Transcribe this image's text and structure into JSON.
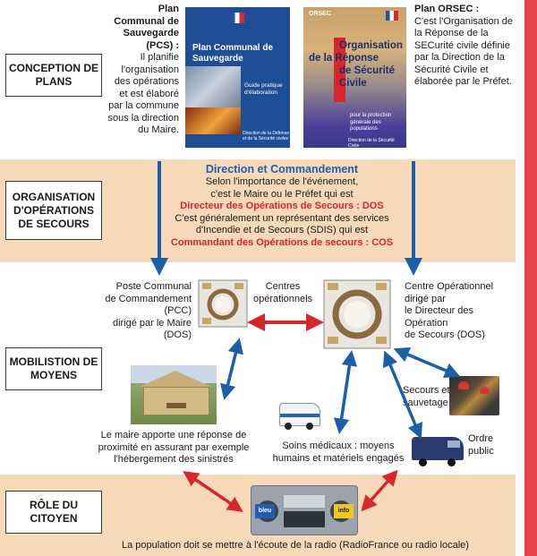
{
  "rows": {
    "conception": "CONCEPTION DE PLANS",
    "organisation": "ORGANISATION D'OPÉRATIONS DE SECOURS",
    "mobilisation": "MOBILISTION DE MOYENS",
    "citoyen": "RÔLE DU CITOYEN"
  },
  "pcs": {
    "title": "Plan Communal de Sauvegarde (PCS) :",
    "body": "Il planifie l'organisation des opérations et est élaboré par la commune sous la direction du Maire."
  },
  "orsec": {
    "title": "Plan ORSEC :",
    "body": "C'est l'Organisation de la Réponse de la SECurité civile définie par la Direction de la Sécurité Civile et élaborée par le Préfet."
  },
  "book_pcs": {
    "title": "Plan Communal de Sauvegarde",
    "subtitle": "Guide pratique d'élaboration",
    "footer": "Direction de la Défense et de la Sécurité civiles"
  },
  "book_orsec": {
    "header": "ORSEC",
    "line1": "Organisation",
    "line2": "de la Réponse",
    "line3": "de Sécurité",
    "line4": "Civile",
    "subtitle": "pour la protection générale des populations",
    "footer": "Direction de la Sécurité Civile"
  },
  "direction": {
    "title": "Direction et Commandement",
    "line1": "Selon l'importance de l'événement,",
    "line2": "c'est le Maire ou le Préfet qui est",
    "dos": "Directeur des Opérations de Secours : DOS",
    "line3": "C'est généralement un représentant des services",
    "line4": "d'Incendie et de Secours (SDIS) qui est",
    "cos": "Commandant des Opérations de secours : COS"
  },
  "pcc": {
    "l1": "Poste Communal",
    "l2": "de Commandement",
    "l3": "(PCC)",
    "l4": "dirigé par le Maire",
    "l5": "(DOS)"
  },
  "centres": {
    "l1": "Centres",
    "l2": "opérationnels"
  },
  "cod": {
    "l1": "Centre Opérationnel",
    "l2": "dirigé par",
    "l3": "le Directeur des",
    "l4": "Opération",
    "l5": "de Secours (DOS)"
  },
  "secours": {
    "l1": "Secours et",
    "l2": "sauvetage"
  },
  "ordre": {
    "l1": "Ordre",
    "l2": "public"
  },
  "soins": {
    "l1": "Soins médicaux : moyens",
    "l2": "humains et matériels engagés"
  },
  "maire": {
    "l1": "Le maire apporte une réponse de",
    "l2": "proximité en assurant par exemple",
    "l3": "l'hébergement des sinistrés"
  },
  "radio": {
    "bleu": "bleu",
    "info": "info"
  },
  "population": "La population doit se mettre à l'écoute de la radio (RadioFrance ou radio locale)",
  "colors": {
    "band": "#f6d9b8",
    "blue_arrow": "#1a5fa8",
    "red_arrow": "#d7262c",
    "title_blue": "#1f5fb0",
    "red_text": "#d7262c",
    "side_bar": "#e8434b"
  }
}
